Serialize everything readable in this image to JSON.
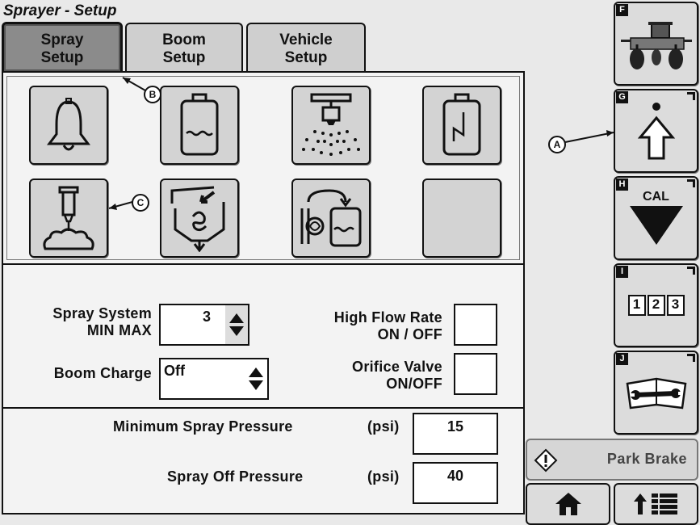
{
  "window": {
    "title": "Sprayer - Setup"
  },
  "tabs": [
    {
      "line1": "Spray",
      "line2": "Setup",
      "active": true
    },
    {
      "line1": "Boom",
      "line2": "Setup",
      "active": false
    },
    {
      "line1": "Vehicle",
      "line2": "Setup",
      "active": false
    }
  ],
  "icons": {
    "row1": [
      "bell-icon",
      "tank-level-icon",
      "spray-nozzle-icon",
      "tank-flow-icon"
    ],
    "row2": [
      "nozzle-foam-icon",
      "hopper-agitator-icon",
      "pump-tank-icon",
      "empty"
    ]
  },
  "form": {
    "spray_system_label_1": "Spray System",
    "spray_system_label_2": "MIN MAX",
    "spray_system_value": "3",
    "boom_charge_label": "Boom Charge",
    "boom_charge_value": "Off",
    "high_flow_label_1": "High Flow Rate",
    "high_flow_label_2": "ON / OFF",
    "orifice_label_1": "Orifice Valve",
    "orifice_label_2": "ON/OFF"
  },
  "pressure": {
    "min_label": "Minimum Spray Pressure",
    "min_unit": "(psi)",
    "min_value": "15",
    "off_label": "Spray Off Pressure",
    "off_unit": "(psi)",
    "off_value": "40"
  },
  "callouts": {
    "a": "A",
    "b": "B",
    "c": "C"
  },
  "side": {
    "f_letter": "F",
    "g_letter": "G",
    "h_letter": "H",
    "h_text": "CAL",
    "i_letter": "I",
    "i_digits": [
      "1",
      "2",
      "3"
    ],
    "j_letter": "J"
  },
  "park_brake": {
    "label": "Park Brake"
  }
}
